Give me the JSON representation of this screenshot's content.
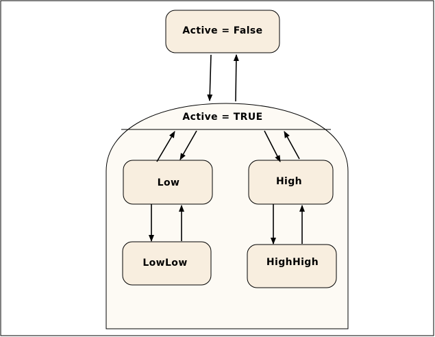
{
  "diagram": {
    "states": {
      "inactive": "Active = False",
      "active": "Active = TRUE",
      "low": "Low",
      "lowlow": "LowLow",
      "high": "High",
      "highhigh": "HighHigh"
    },
    "colors": {
      "state_fill": "#f8eedf",
      "state_stroke": "#000000",
      "container_fill": "#fdfaf4",
      "arrow": "#000000",
      "border": "#000000"
    }
  }
}
